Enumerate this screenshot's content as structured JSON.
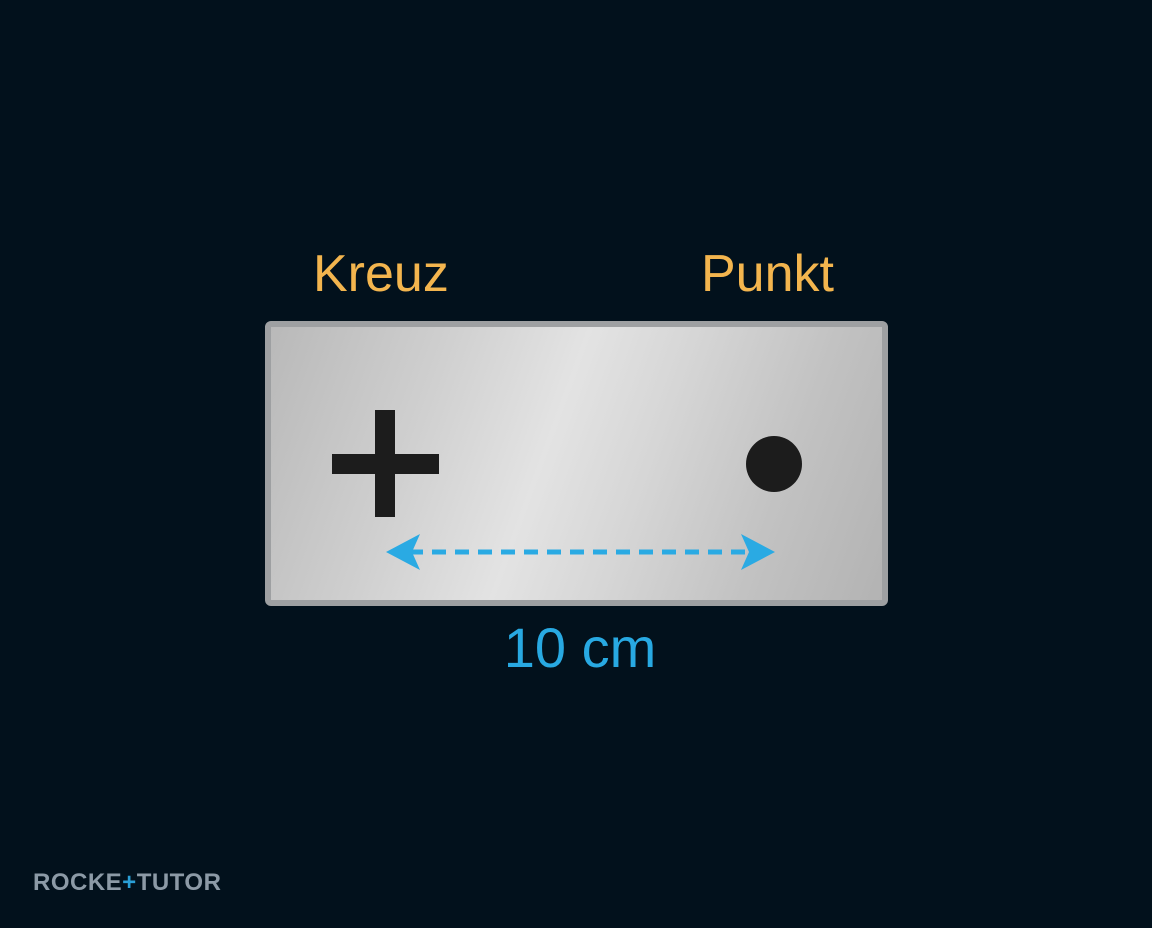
{
  "labels": {
    "left": "Kreuz",
    "right": "Punkt"
  },
  "measurement": {
    "text": "10 cm"
  },
  "markers": {
    "left_icon": "plus-cross-icon",
    "right_icon": "filled-dot-icon",
    "arrow": "double-headed-dashed-arrow"
  },
  "colors": {
    "background": "#02111c",
    "label": "#f3b54e",
    "measurement": "#28a9e2",
    "marker": "#1c1c1c",
    "card_border": "#9ea0a2"
  },
  "logo": {
    "part1": "ROCKE",
    "accent": "+",
    "part2": "TUTOR"
  }
}
